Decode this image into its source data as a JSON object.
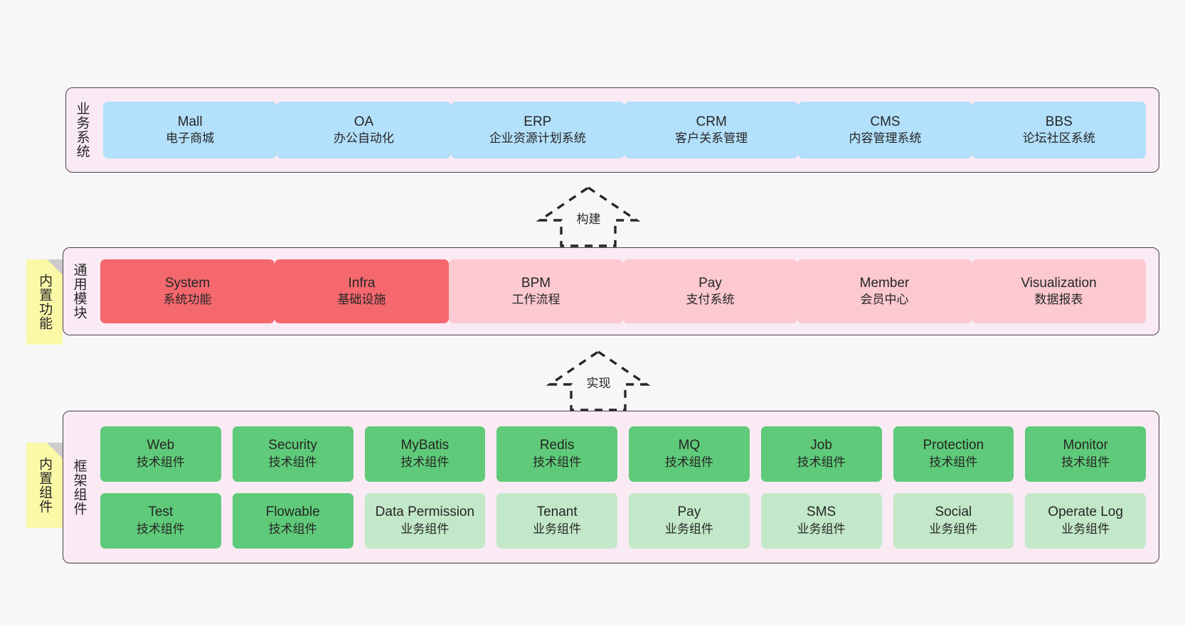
{
  "diagram": {
    "background_color": "#f7f7f7",
    "layer_fill": "#f9eaf4",
    "layer_border": "#4a404a",
    "note_color": "#fbf8a8"
  },
  "layers": [
    {
      "id": "business-system",
      "label": "业务系统",
      "cards": [
        {
          "en": "Mall",
          "cn": "电子商城",
          "color": "#b3e0fb",
          "style": "blue"
        },
        {
          "en": "OA",
          "cn": "办公自动化",
          "color": "#b3e0fb",
          "style": "blue"
        },
        {
          "en": "ERP",
          "cn": "企业资源计划系统",
          "color": "#b3e0fb",
          "style": "blue"
        },
        {
          "en": "CRM",
          "cn": "客户关系管理",
          "color": "#b3e0fb",
          "style": "blue"
        },
        {
          "en": "CMS",
          "cn": "内容管理系统",
          "color": "#b3e0fb",
          "style": "blue"
        },
        {
          "en": "BBS",
          "cn": "论坛社区系统",
          "color": "#b3e0fb",
          "style": "blue"
        }
      ]
    },
    {
      "id": "common-module",
      "label": "通用模块",
      "note": "内置功能",
      "cards": [
        {
          "en": "System",
          "cn": "系统功能",
          "color": "#f4686e",
          "style": "red"
        },
        {
          "en": "Infra",
          "cn": "基础设施",
          "color": "#f4686e",
          "style": "red"
        },
        {
          "en": "BPM",
          "cn": "工作流程",
          "color": "#fcc9d0",
          "style": "pink"
        },
        {
          "en": "Pay",
          "cn": "支付系统",
          "color": "#fcc9d0",
          "style": "pink"
        },
        {
          "en": "Member",
          "cn": "会员中心",
          "color": "#fcc9d0",
          "style": "pink"
        },
        {
          "en": "Visualization",
          "cn": "数据报表",
          "color": "#fcc9d0",
          "style": "pink"
        }
      ]
    },
    {
      "id": "framework-component",
      "label": "框架组件",
      "note": "内置组件",
      "row1": [
        {
          "en": "Web",
          "cn": "技术组件",
          "color": "#5fca79",
          "style": "green"
        },
        {
          "en": "Security",
          "cn": "技术组件",
          "color": "#5fca79",
          "style": "green"
        },
        {
          "en": "MyBatis",
          "cn": "技术组件",
          "color": "#5fca79",
          "style": "green"
        },
        {
          "en": "Redis",
          "cn": "技术组件",
          "color": "#5fca79",
          "style": "green"
        },
        {
          "en": "MQ",
          "cn": "技术组件",
          "color": "#5fca79",
          "style": "green"
        },
        {
          "en": "Job",
          "cn": "技术组件",
          "color": "#5fca79",
          "style": "green"
        },
        {
          "en": "Protection",
          "cn": "技术组件",
          "color": "#5fca79",
          "style": "green"
        },
        {
          "en": "Monitor",
          "cn": "技术组件",
          "color": "#5fca79",
          "style": "green"
        }
      ],
      "row2": [
        {
          "en": "Test",
          "cn": "技术组件",
          "color": "#5fca79",
          "style": "green"
        },
        {
          "en": "Flowable",
          "cn": "技术组件",
          "color": "#5fca79",
          "style": "green"
        },
        {
          "en": "Data Permission",
          "cn": "业务组件",
          "color": "#c2e8c9",
          "style": "lightgreen"
        },
        {
          "en": "Tenant",
          "cn": "业务组件",
          "color": "#c2e8c9",
          "style": "lightgreen"
        },
        {
          "en": "Pay",
          "cn": "业务组件",
          "color": "#c2e8c9",
          "style": "lightgreen"
        },
        {
          "en": "SMS",
          "cn": "业务组件",
          "color": "#c2e8c9",
          "style": "lightgreen"
        },
        {
          "en": "Social",
          "cn": "业务组件",
          "color": "#c2e8c9",
          "style": "lightgreen"
        },
        {
          "en": "Operate Log",
          "cn": "业务组件",
          "color": "#c2e8c9",
          "style": "lightgreen"
        }
      ]
    }
  ],
  "connectors": [
    {
      "id": "build",
      "label": "构建"
    },
    {
      "id": "implement",
      "label": "实现"
    }
  ]
}
